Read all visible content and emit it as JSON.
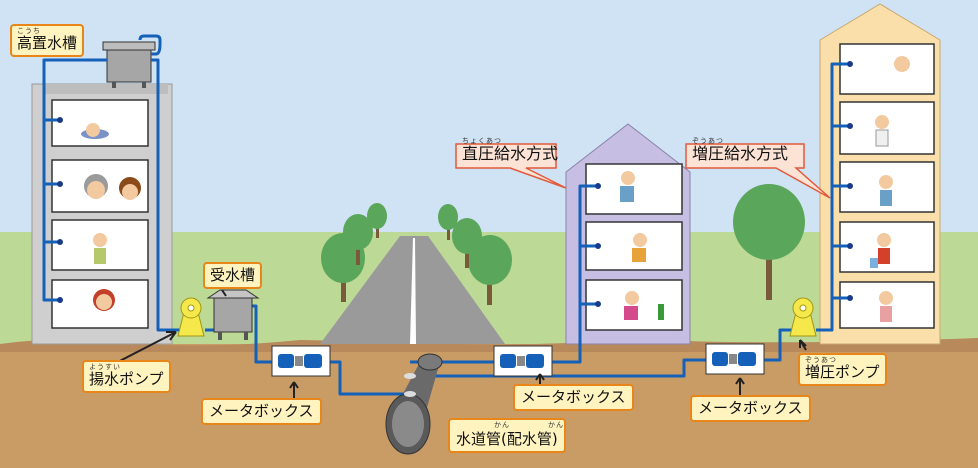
{
  "labels": {
    "elevated_tank": {
      "ruby": "こうち",
      "text": "高置水槽"
    },
    "receiving_tank": {
      "text": "受水槽"
    },
    "pump": {
      "ruby": "ようすい",
      "text": "揚水ポンプ"
    },
    "meter_box_1": {
      "text": "メータボックス"
    },
    "meter_box_2": {
      "text": "メータボックス"
    },
    "meter_box_3": {
      "text": "メータボックス"
    },
    "water_main": {
      "ruby_1": "かん",
      "ruby_2": "かん",
      "text": "水道管(配水管)"
    },
    "direct_method": {
      "ruby": "ちょくあつ",
      "text": "直圧給水方式"
    },
    "boost_method": {
      "ruby": "ぞうあつ",
      "text": "増圧給水方式"
    },
    "booster_pump": {
      "ruby": "ぞうあつ",
      "text": "増圧ポンプ"
    }
  },
  "colors": {
    "sky": "#cfe3f4",
    "grass": "#bcd995",
    "ground": "#c79a64",
    "pipe": "#1560b8",
    "label_border": "#e8861a",
    "label_fill": "#fff3c0",
    "callout_fill": "#fde3d6",
    "left_building": "#d4d4d4",
    "mid_building": "#cbc3e3",
    "right_building": "#fbe1ad"
  }
}
